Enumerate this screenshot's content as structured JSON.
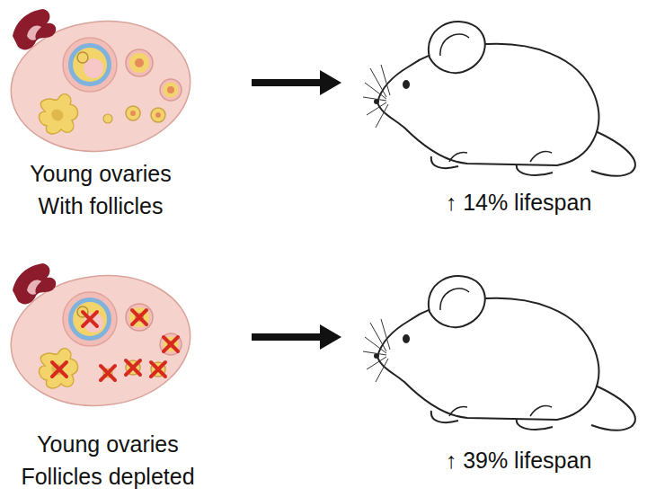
{
  "diagram": {
    "nodes": [
      {
        "text": [
          "Young ovaries With follicles"
        ]
      },
      {
        "text": [
          "↑ 14% lifespan"
        ]
      },
      {
        "text": [
          "Young ovaries Follicles depleted"
        ]
      },
      {
        "text": [
          "↑ 39% lifespan"
        ]
      }
    ],
    "edges": [
      {
        "from": 0,
        "to": 1,
        "arrow": "to"
      },
      {
        "from": 2,
        "to": 3,
        "arrow": "to"
      }
    ]
  }
}
